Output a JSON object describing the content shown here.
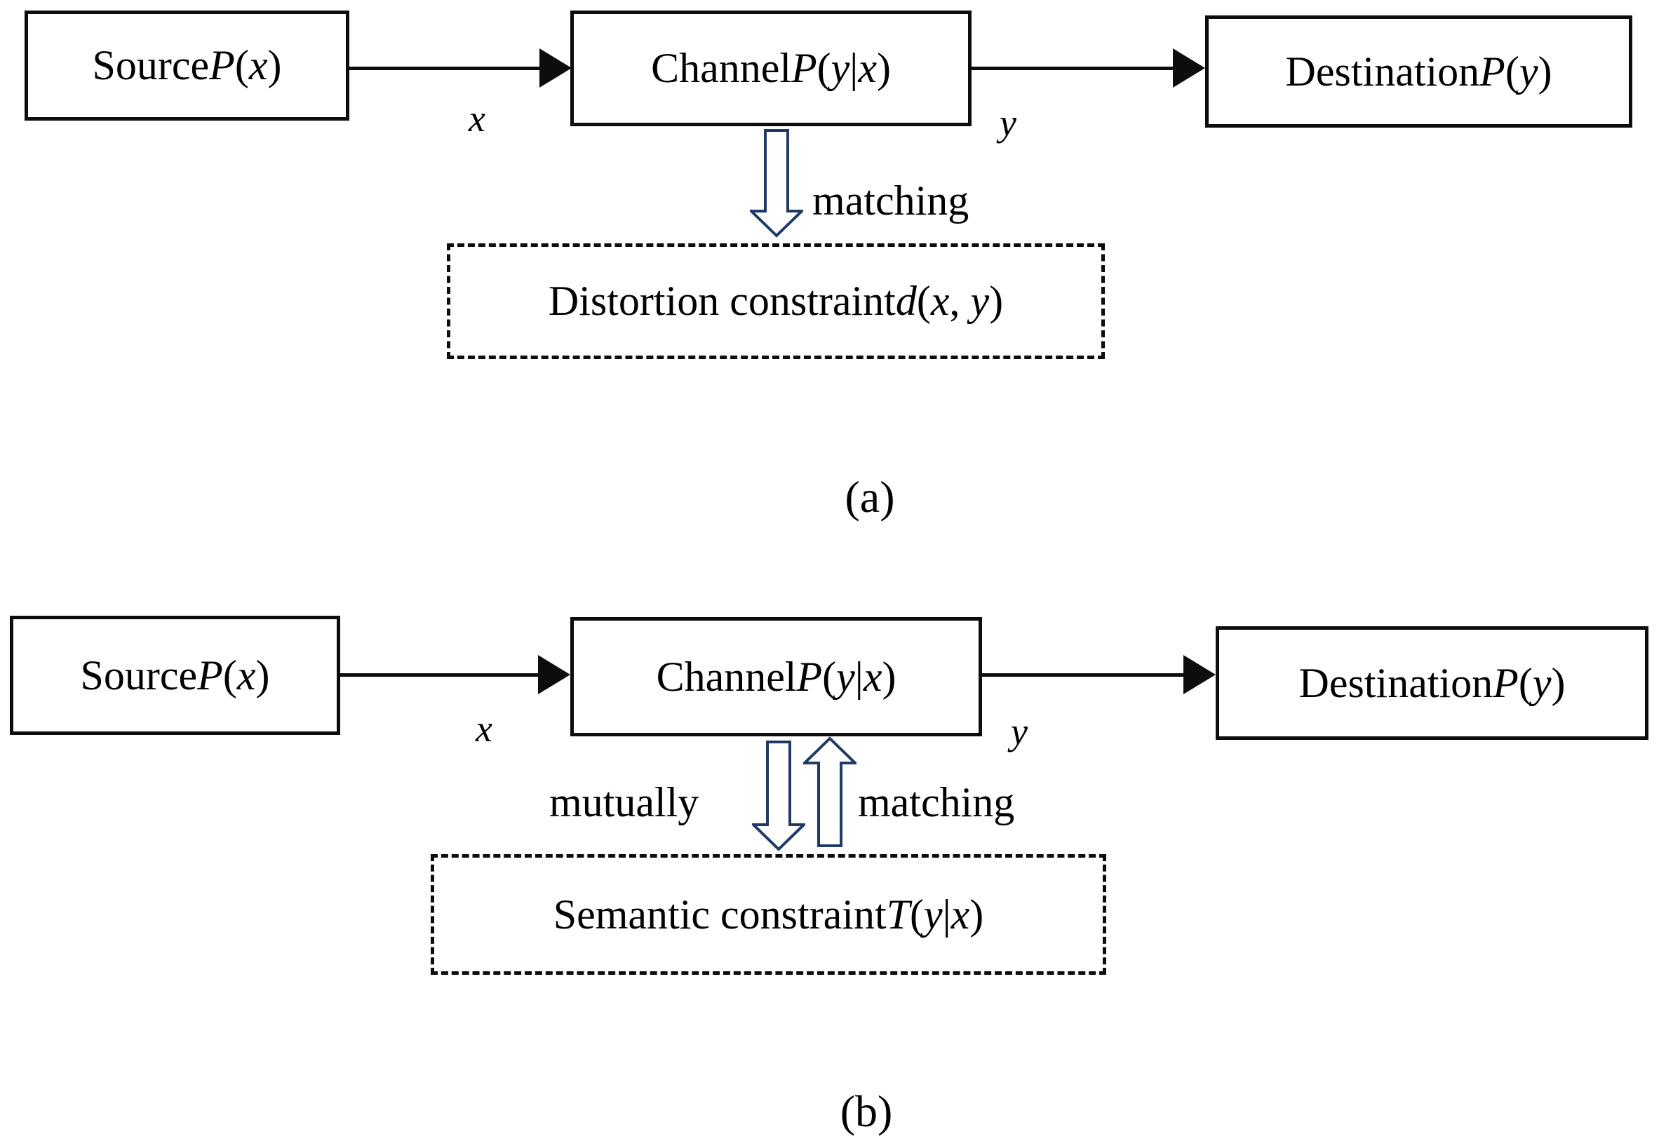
{
  "colors": {
    "text": "#000000",
    "box_border": "#0d0d0d",
    "solid_arrow": "#0d0d0d",
    "block_arrow_outline": "#1f3a66",
    "background": "#ffffff"
  },
  "figures": [
    {
      "id": "a",
      "caption": "(a)",
      "boxes": {
        "source": {
          "label": "Source ",
          "math": "P(x)"
        },
        "channel": {
          "label": "Channel  ",
          "math": "P(y|x)"
        },
        "destination": {
          "label": "Destination ",
          "math": "P(y)"
        },
        "constraint": {
          "label": "Distortion constraint ",
          "math": "d(x, y)"
        }
      },
      "signal_labels": {
        "input": "x",
        "output": "y"
      },
      "block_arrows": [
        {
          "direction": "down",
          "label": "matching"
        }
      ]
    },
    {
      "id": "b",
      "caption": "(b)",
      "boxes": {
        "source": {
          "label": "Source ",
          "math": "P(x)"
        },
        "channel": {
          "label": "Channel  ",
          "math": "P(y|x)"
        },
        "destination": {
          "label": "Destination ",
          "math": "P(y)"
        },
        "constraint": {
          "label": "Semantic constraint ",
          "math": "T(y|x)"
        }
      },
      "signal_labels": {
        "input": "x",
        "output": "y"
      },
      "block_arrows": [
        {
          "direction": "down",
          "label": "mutually"
        },
        {
          "direction": "up",
          "label": "matching"
        }
      ]
    }
  ]
}
